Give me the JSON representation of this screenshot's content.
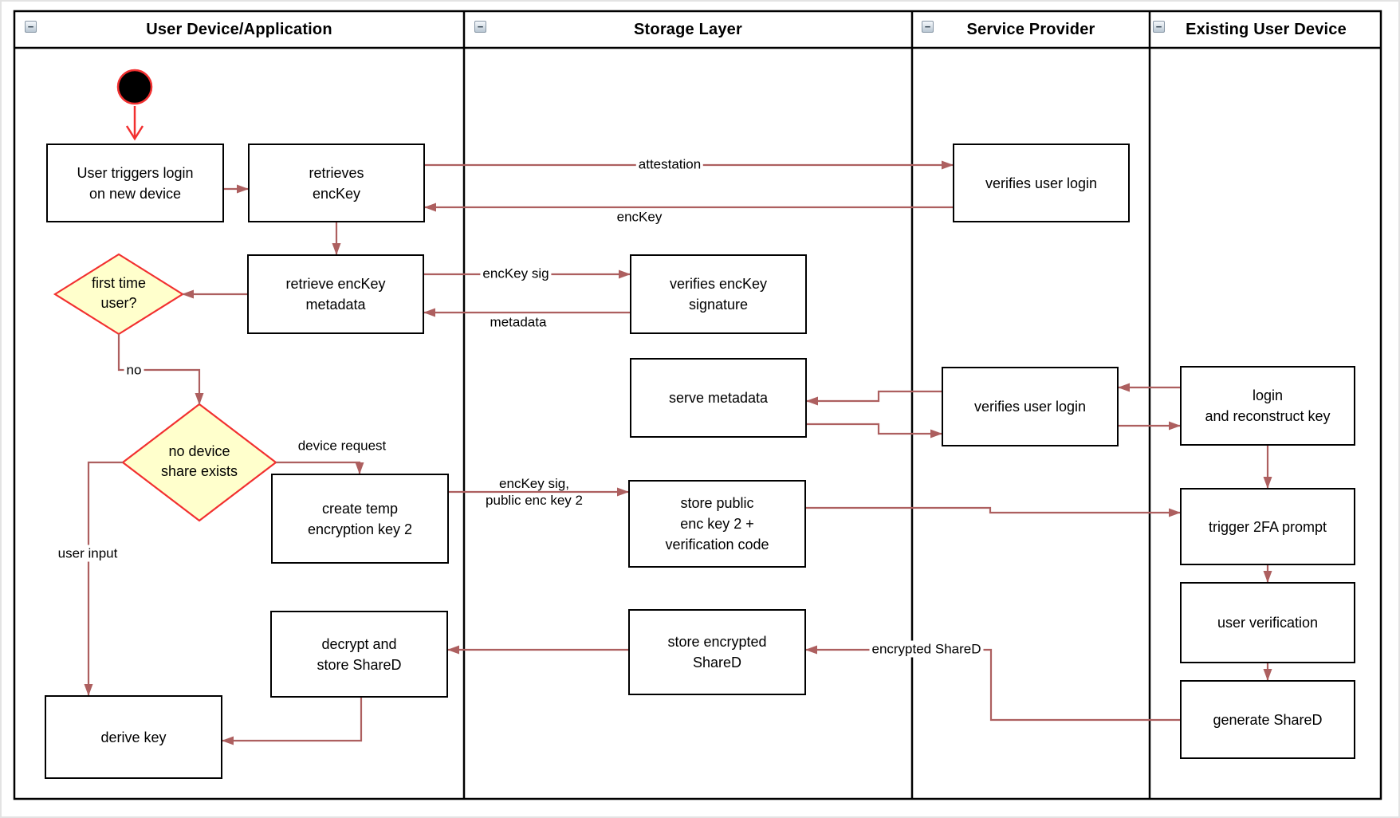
{
  "colors": {
    "bright_red": "#f23030",
    "connector": "#ad5f5f",
    "diamond_fill": "#ffffcc",
    "line_black": "#000000"
  },
  "collapse_glyph": "−",
  "lanes": [
    {
      "title": "User Device/Application"
    },
    {
      "title": "Storage Layer"
    },
    {
      "title": "Service Provider"
    },
    {
      "title": "Existing User Device"
    }
  ],
  "nodes": {
    "user_triggers_login": {
      "label": "User triggers login\non new device"
    },
    "retrieves_enckey": {
      "label": "retrieves\nencKey"
    },
    "verifies_user_login_1": {
      "label": "verifies user login"
    },
    "retrieve_enckey_metadata": {
      "label": "retrieve encKey\nmetadata"
    },
    "verifies_enckey_signature": {
      "label": "verifies encKey\nsignature"
    },
    "first_time_user": {
      "label": "first time\nuser?"
    },
    "serve_metadata": {
      "label": "serve metadata"
    },
    "verifies_user_login_2": {
      "label": "verifies user login"
    },
    "login_and_reconstruct_key": {
      "label": "login\nand reconstruct key"
    },
    "no_device_share_exists": {
      "label": "no device\nshare exists"
    },
    "create_temp_encryption_key_2": {
      "label": "create temp\nencryption key 2"
    },
    "store_public_enc_key_2": {
      "label": "store public\nenc key 2 +\nverification code"
    },
    "trigger_2fa_prompt": {
      "label": "trigger 2FA prompt"
    },
    "user_verification": {
      "label": "user verification"
    },
    "generate_shared": {
      "label": "generate ShareD"
    },
    "decrypt_and_store_shared": {
      "label": "decrypt and\nstore ShareD"
    },
    "store_encrypted_shared": {
      "label": "store encrypted\nShareD"
    },
    "derive_key": {
      "label": "derive key"
    }
  },
  "edge_labels": {
    "attestation": "attestation",
    "enckey": "encKey",
    "enckey_sig": "encKey sig",
    "metadata": "metadata",
    "no": "no",
    "device_request": "device request",
    "enckey_sig_public_enc_key_2": "encKey sig,\npublic enc key 2",
    "user_input": "user input",
    "encrypted_shared": "encrypted ShareD"
  }
}
